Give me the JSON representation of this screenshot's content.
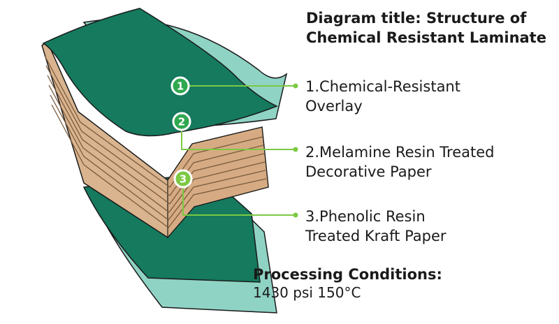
{
  "title": {
    "line1": "Diagram title: Structure of",
    "line2": "Chemical Resistant Laminate"
  },
  "layers": [
    {
      "number": "1",
      "line1": "1.Chemical-Resistant",
      "line2": "Overlay"
    },
    {
      "number": "2",
      "line1": "2.Melamine Resin Treated",
      "line2": "Decorative Paper"
    },
    {
      "number": "3",
      "line1": "3.Phenolic Resin",
      "line2": "Treated Kraft Paper"
    }
  ],
  "processing": {
    "title": "Processing Conditions:",
    "values": "1430 psi 150°C"
  },
  "colors": {
    "overlay_green": "#157a5e",
    "light_teal": "#8fd3c4",
    "kraft": "#d9b48f",
    "kraft_line": "#7a5a3c",
    "leader_green": "#7cc943",
    "badge_green": "#2fa84f"
  }
}
